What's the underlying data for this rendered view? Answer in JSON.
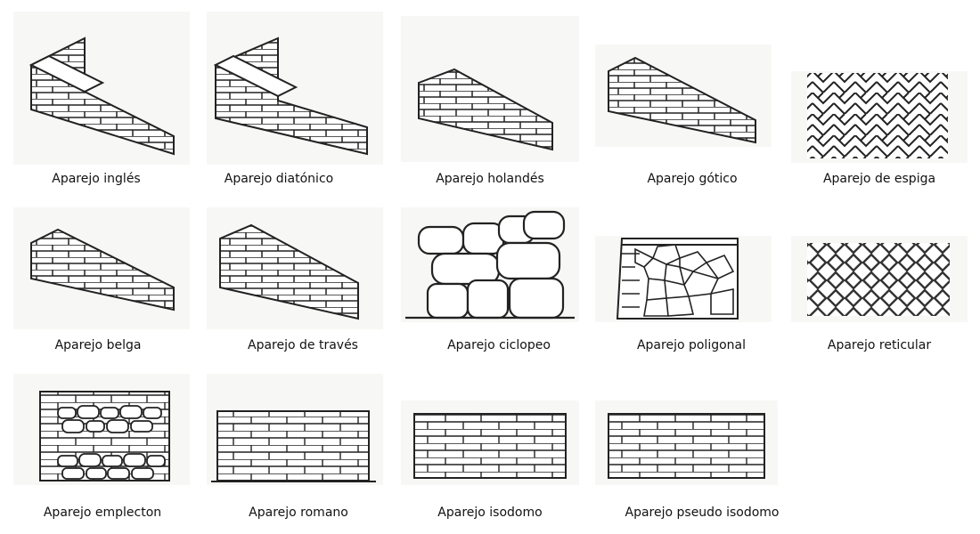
{
  "captions": {
    "ingles": "Aparejo inglés",
    "diatonico": "Aparejo diatónico",
    "holandes": "Aparejo holandés",
    "gotico": "Aparejo gótico",
    "espiga": "Aparejo de espiga",
    "belga": "Aparejo belga",
    "traves": "Aparejo de través",
    "ciclopeo": "Aparejo ciclopeo",
    "poligonal": "Aparejo poligonal",
    "reticular": "Aparejo reticular",
    "emplecton": "Aparejo emplecton",
    "romano": "Aparejo romano",
    "isodomo": "Aparejo isodomo",
    "pseudo_isodomo": "Aparejo pseudo isodomo"
  }
}
